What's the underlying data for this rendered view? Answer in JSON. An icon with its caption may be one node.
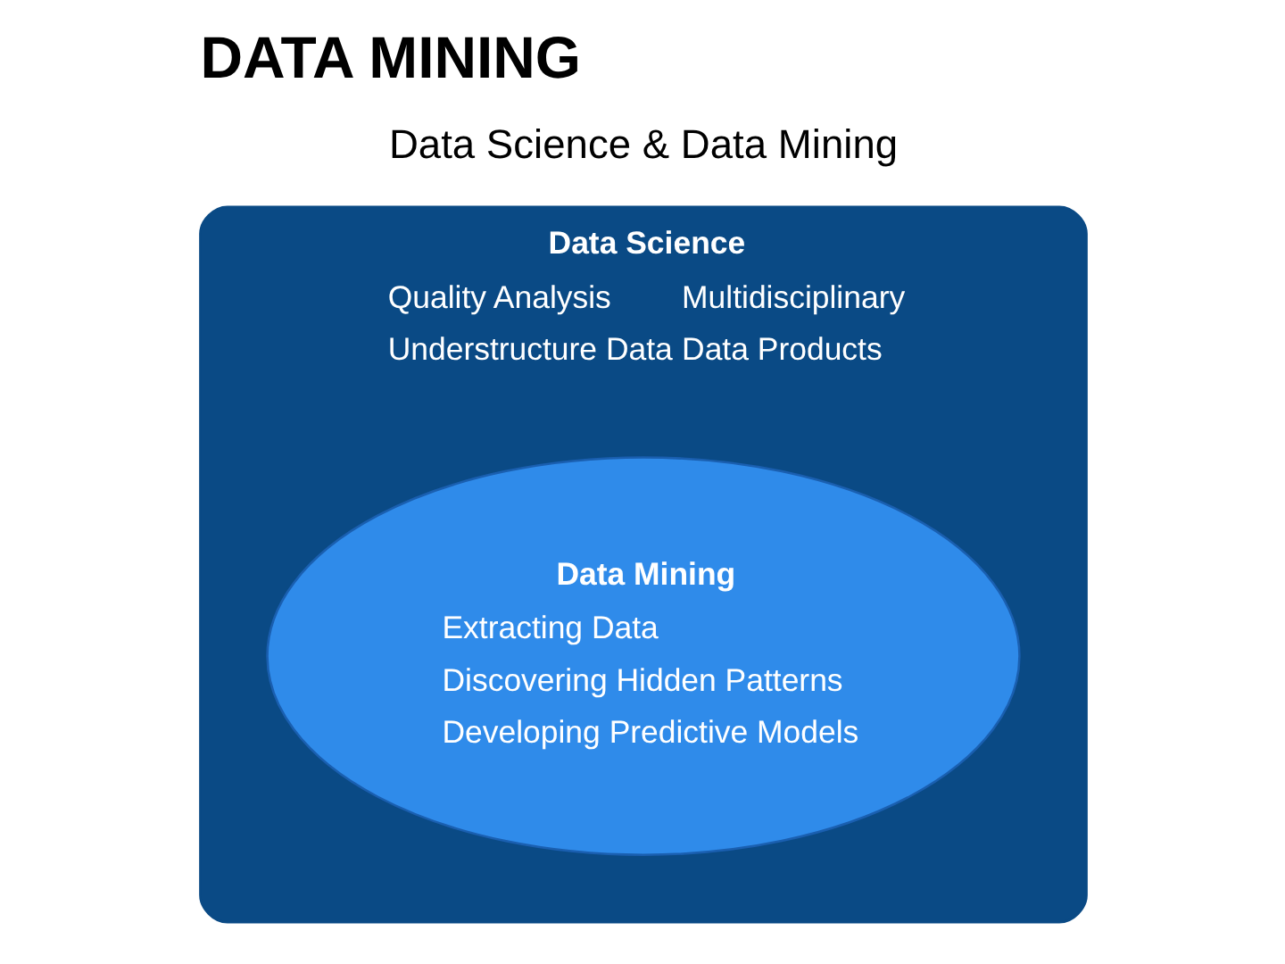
{
  "diagram": {
    "title": "DATA MINING",
    "nodes": [
      {
        "text": [
          "Data Science",
          "Quality Analysis",
          "Understructure Data",
          "Multidisciplinary",
          "Data Products"
        ]
      },
      {
        "text": [
          "Data Mining",
          "Extracting Data",
          "Discovering Hidden Patterns",
          "Developing Predictive Models"
        ],
        "in": 0
      }
    ],
    "labels": [
      "Data Science & Data Mining"
    ]
  }
}
